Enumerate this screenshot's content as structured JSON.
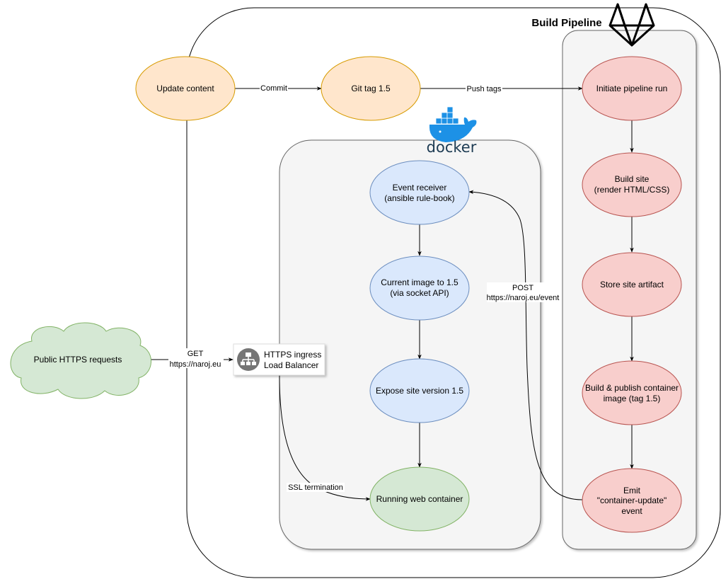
{
  "pipeline": {
    "title": "Build Pipeline",
    "logo_icon": "gitlab-icon"
  },
  "docker": {
    "logo_icon": "docker-whale-icon",
    "wordmark": "docker"
  },
  "nodes": {
    "update_content": {
      "label": "Update content",
      "kind": "ellipse",
      "color": "#ffe6cc"
    },
    "git_tag": {
      "label": "Git tag 1.5",
      "kind": "ellipse",
      "color": "#ffe6cc"
    },
    "initiate_pipeline": {
      "label": "Initiate pipeline run",
      "kind": "ellipse",
      "color": "#f8cecc"
    },
    "build_site": {
      "lines": [
        "Build site",
        "(render HTML/CSS)"
      ],
      "kind": "ellipse",
      "color": "#f8cecc"
    },
    "store_artifact": {
      "label": "Store site artifact",
      "kind": "ellipse",
      "color": "#f8cecc"
    },
    "build_publish": {
      "lines": [
        "Build & publish container",
        "image (tag 1.5)"
      ],
      "kind": "ellipse",
      "color": "#f8cecc"
    },
    "emit_event": {
      "lines": [
        "Emit",
        "\"container-update\"",
        "event"
      ],
      "kind": "ellipse",
      "color": "#f8cecc"
    },
    "event_receiver": {
      "lines": [
        "Event receiver",
        "(ansible rule-book)"
      ],
      "kind": "ellipse",
      "color": "#dae8fc"
    },
    "current_image": {
      "lines": [
        "Current image to 1.5",
        "(via socket API)"
      ],
      "kind": "ellipse",
      "color": "#dae8fc"
    },
    "expose_site": {
      "label": "Expose site version 1.5",
      "kind": "ellipse",
      "color": "#dae8fc"
    },
    "running_container": {
      "label": "Running web container",
      "kind": "ellipse",
      "color": "#d5e8d4"
    },
    "public_requests": {
      "label": "Public HTTPS requests",
      "kind": "cloud",
      "color": "#d5e8d4"
    },
    "load_balancer": {
      "lines": [
        "HTTPS ingress",
        "Load Balancer"
      ],
      "kind": "box",
      "icon": "load-balancer-icon"
    }
  },
  "edges": {
    "commit": "Commit",
    "push_tags": "Push tags",
    "post": [
      "POST",
      "https://naroj.eu/event"
    ],
    "get": [
      "GET",
      "https://naroj.eu"
    ],
    "ssl": "SSL termination"
  },
  "colors": {
    "stroke_orange": "#d79b00",
    "stroke_red": "#b85450",
    "stroke_blue": "#6c8ebf",
    "stroke_green": "#82b366",
    "container_fill": "#f5f5f5",
    "container_stroke": "#666666",
    "docker_blue": "#1d91e6",
    "gitlab_black": "#000000"
  }
}
